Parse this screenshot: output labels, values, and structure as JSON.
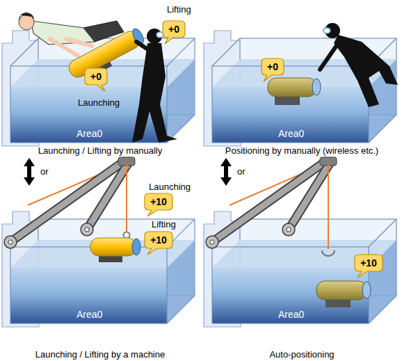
{
  "diagram": {
    "nodes": [
      {
        "text": [
          "Launching / Lifting by manually"
        ]
      },
      {
        "text": [
          "+0"
        ],
        "in": 0
      },
      {
        "text": [
          "+0"
        ],
        "in": 0
      },
      {
        "text": [
          "Positioning by manually (wireless etc.)"
        ]
      },
      {
        "text": [
          "+0"
        ],
        "in": 3
      },
      {
        "text": [
          "Launching / Lifting by a machine"
        ]
      },
      {
        "text": [
          "+10"
        ],
        "in": 5
      },
      {
        "text": [
          "+10"
        ],
        "in": 5
      },
      {
        "text": [
          "Auto-positioning"
        ]
      },
      {
        "text": [
          "+10"
        ],
        "in": 8
      }
    ],
    "edges": [
      {
        "from": 0,
        "to": 5,
        "arrow": "both",
        "label": "or"
      },
      {
        "from": 3,
        "to": 8,
        "arrow": "both",
        "label": "or"
      }
    ],
    "labels": [
      "Lifting",
      "Launching",
      "Area0",
      "Area0",
      "Launching",
      "Lifting",
      "Area0",
      "Area0"
    ]
  }
}
